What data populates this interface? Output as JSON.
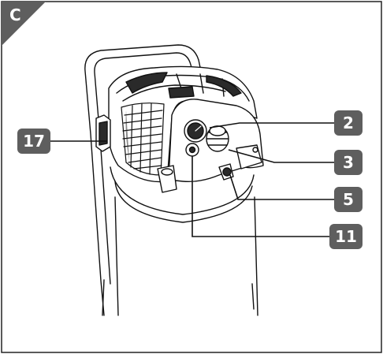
{
  "figure": {
    "section_label": "C",
    "callouts": [
      {
        "id": "callout-2",
        "number": "2"
      },
      {
        "id": "callout-3",
        "number": "3"
      },
      {
        "id": "callout-5",
        "number": "5"
      },
      {
        "id": "callout-11",
        "number": "11"
      },
      {
        "id": "callout-17",
        "number": "17"
      }
    ],
    "colors": {
      "badge_fill": "#5e5e5e",
      "line_art": "#111111",
      "border": "#222222",
      "background": "#ffffff"
    }
  }
}
